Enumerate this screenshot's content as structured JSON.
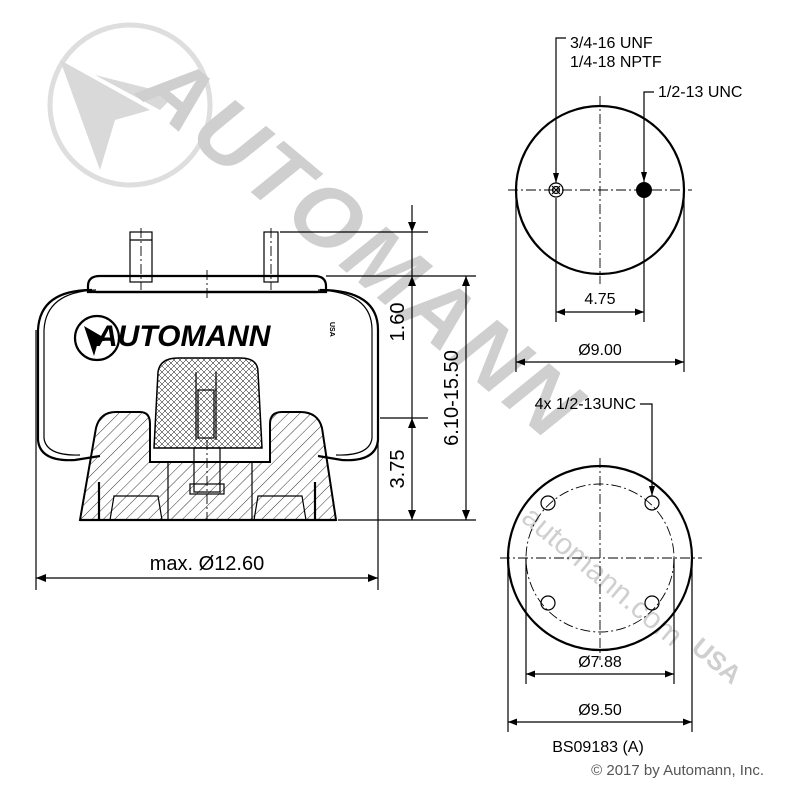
{
  "watermark": {
    "brand": "AUTOMANN",
    "sub": "USA",
    "url": "automann.com"
  },
  "logo": {
    "brand": "AUTOMANN",
    "sub": "USA"
  },
  "side_view": {
    "diameter_label": "max. Ø12.60",
    "height_label": "6.10-15.50",
    "upper_label": "1.60",
    "lower_label": "3.75"
  },
  "top_view": {
    "port_label_1": "3/4-16 UNF",
    "port_label_2": "1/4-18 NPTF",
    "stud_label": "1/2-13 UNC",
    "spacing_label": "4.75",
    "diameter_label": "Ø9.00"
  },
  "bottom_view": {
    "holes_label": "4x 1/2-13UNC",
    "bolt_circle_label": "Ø7.88",
    "diameter_label": "Ø9.50"
  },
  "part_number": "BS09183 (A)",
  "copyright": "© 2017 by Automann, Inc."
}
